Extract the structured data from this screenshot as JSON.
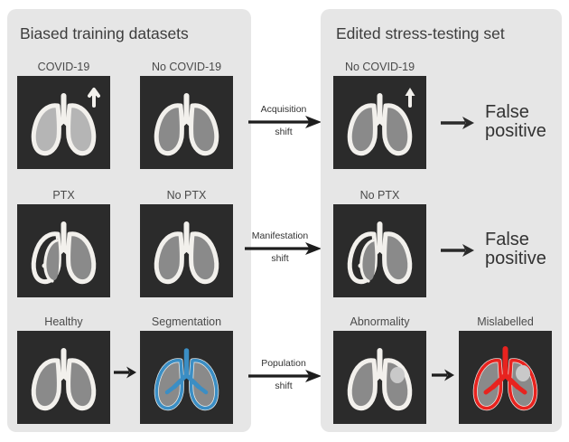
{
  "panels": {
    "left": {
      "title": "Biased training datasets"
    },
    "right": {
      "title": "Edited stress-testing set"
    }
  },
  "cells": {
    "covid": {
      "label": "COVID-19"
    },
    "no_covid": {
      "label": "No COVID-19"
    },
    "ptx": {
      "label": "PTX"
    },
    "no_ptx": {
      "label": "No PTX"
    },
    "healthy": {
      "label": "Healthy"
    },
    "segmentation": {
      "label": "Segmentation"
    },
    "edited_no_covid": {
      "label": "No COVID-19"
    },
    "edited_no_ptx": {
      "label": "No PTX"
    },
    "abnormality": {
      "label": "Abnormality"
    },
    "mislabelled": {
      "label": "Mislabelled"
    }
  },
  "shifts": [
    {
      "line1": "Acquisition",
      "line2": "shift"
    },
    {
      "line1": "Manifestation",
      "line2": "shift"
    },
    {
      "line1": "Population",
      "line2": "shift"
    }
  ],
  "outcomes": [
    {
      "line1": "False",
      "line2": "positive"
    },
    {
      "line1": "False",
      "line2": "positive"
    }
  ],
  "icons": {
    "arrow_right": "arrow-right-icon",
    "up_arrow_marker": "up-arrow-marker-icon"
  },
  "colors": {
    "panel_bg": "#e6e6e6",
    "xray_bg": "#2b2b2b",
    "lung_fill_light": "#b5b5b5",
    "lung_fill_dark": "#8a8a8a",
    "lung_outline": "#f2f0ec",
    "segmentation_blue": "#3b8ec4",
    "mislabel_red": "#e8231f",
    "text": "#3a3a3a",
    "arrow": "#1d1d1d"
  }
}
